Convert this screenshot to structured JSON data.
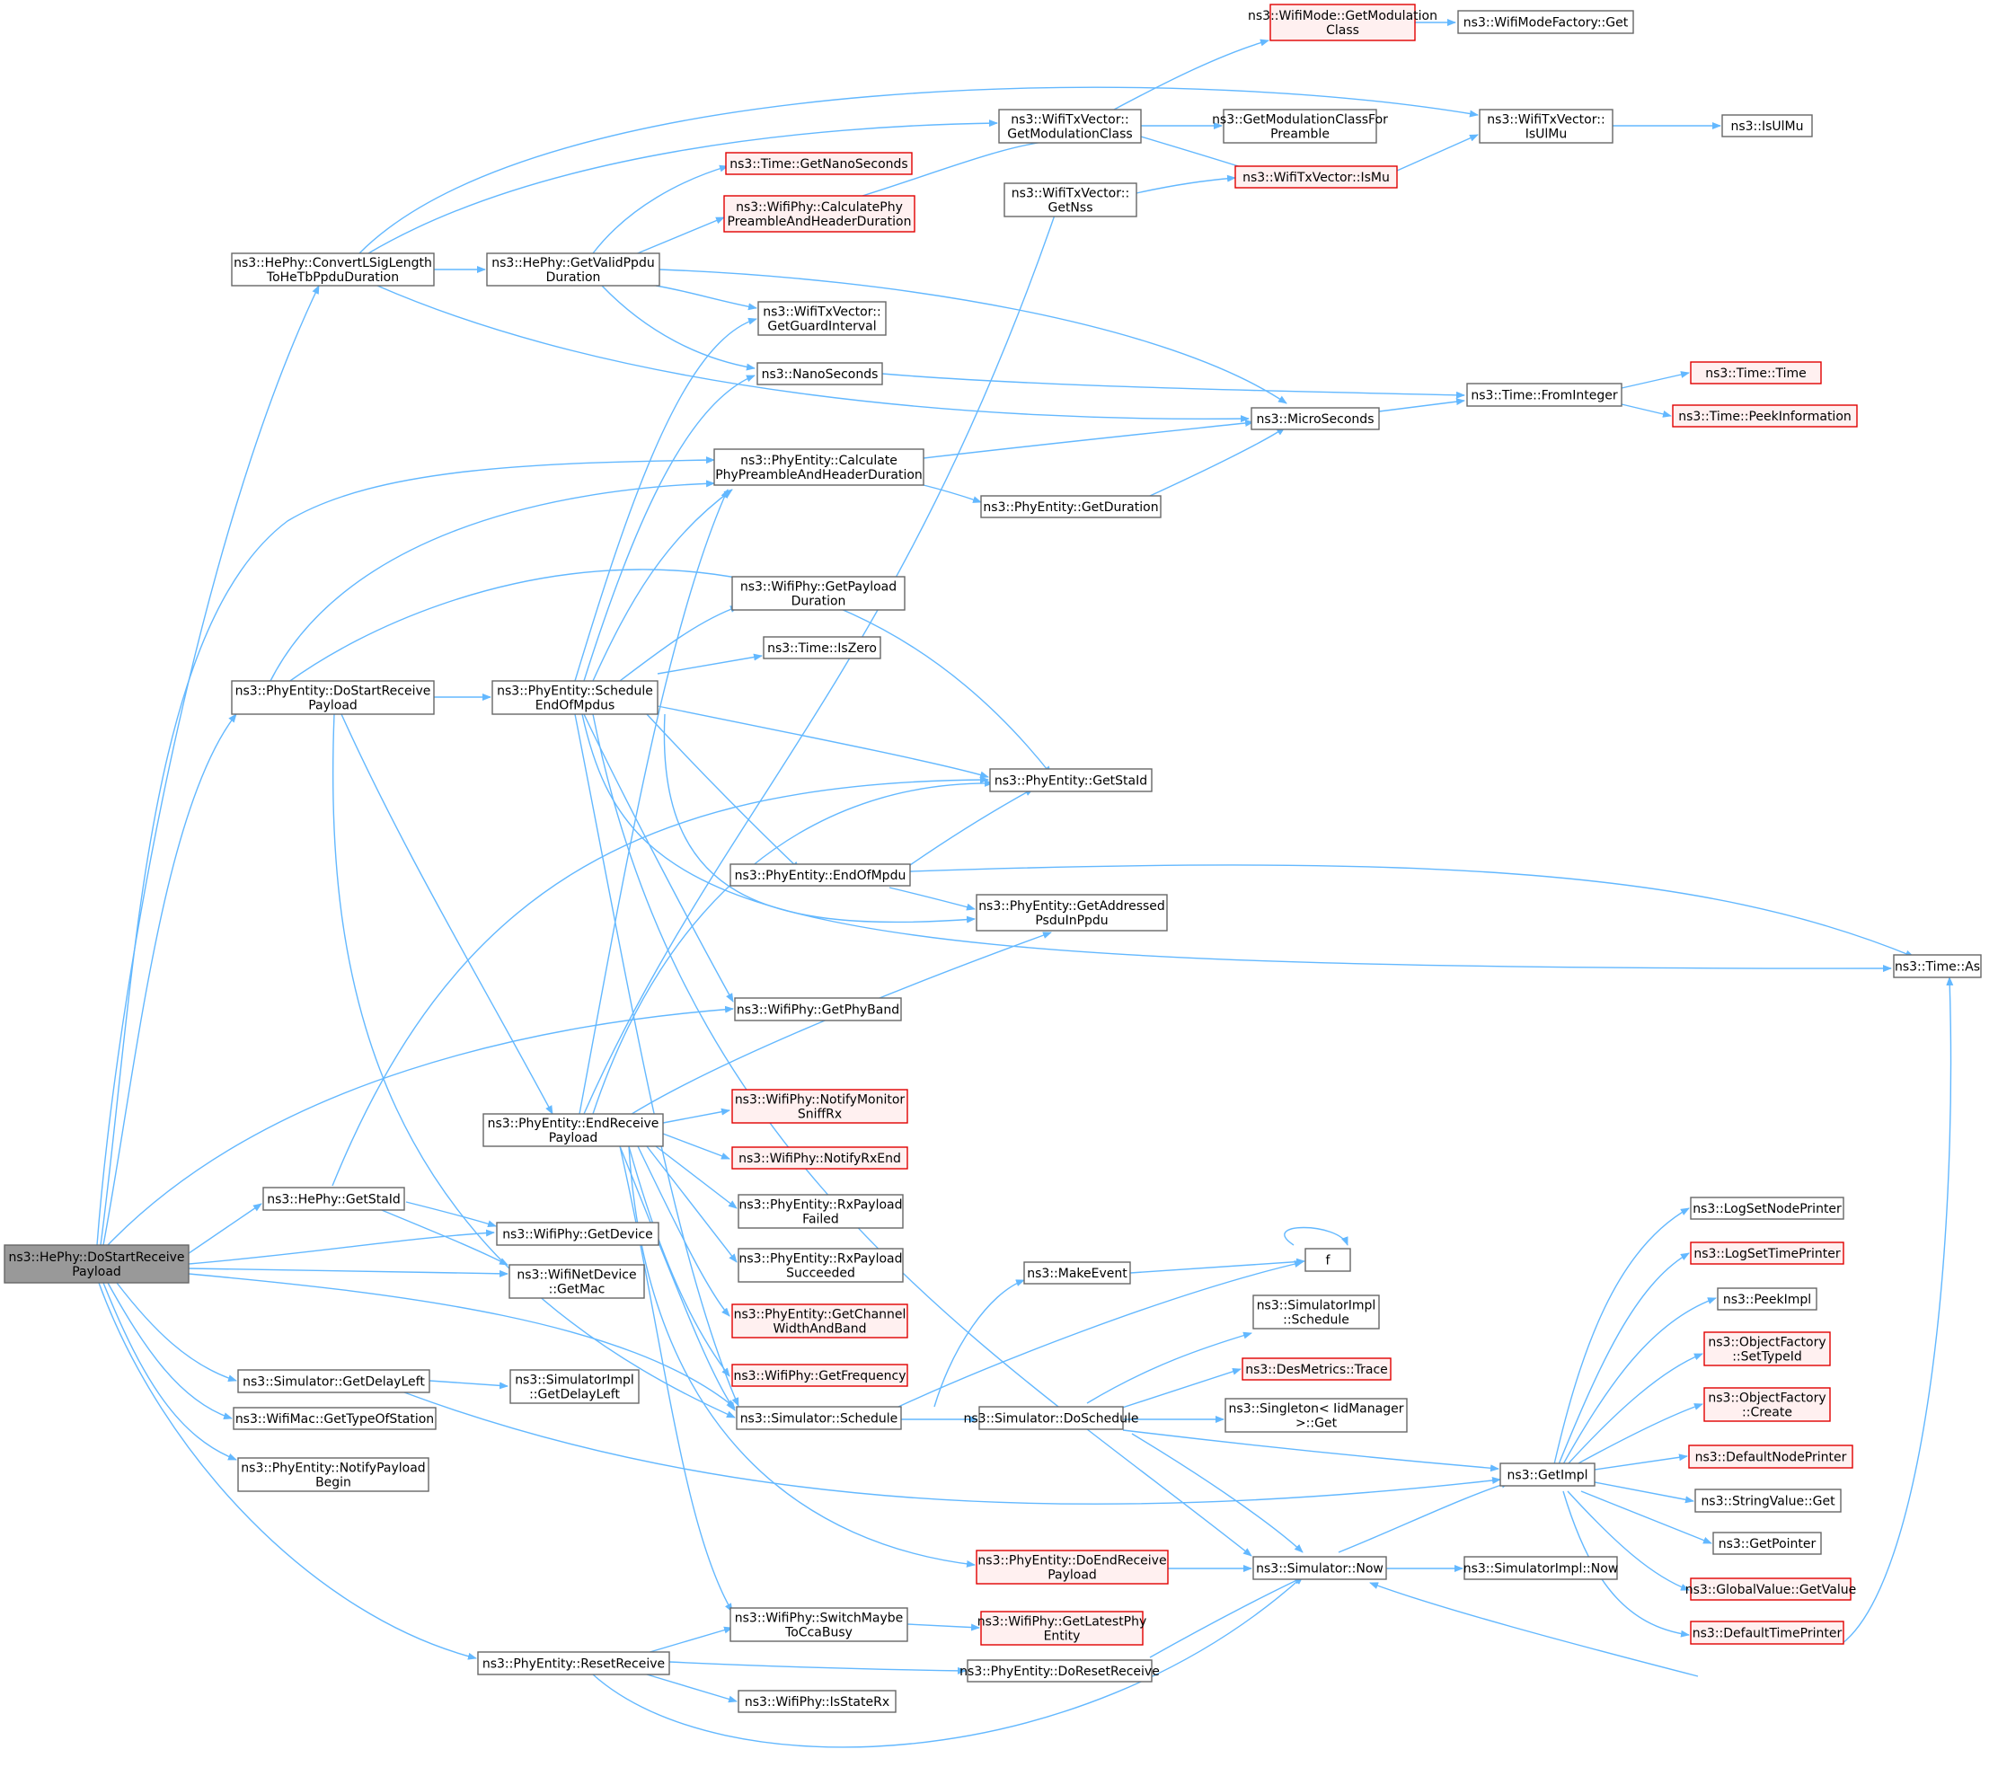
{
  "nodes": {
    "root": [
      "ns3::HePhy::DoStartReceive",
      "Payload"
    ],
    "convert": [
      "ns3::HePhy::ConvertLSigLength",
      "ToHeTbPpduDuration"
    ],
    "getvalid": [
      "ns3::HePhy::GetValidPpdu",
      "Duration"
    ],
    "pe_dostart": [
      "ns3::PhyEntity::DoStartReceive",
      "Payload"
    ],
    "sched_eom": [
      "ns3::PhyEntity::Schedule",
      "EndOfMpdus"
    ],
    "hephy_getstaid": [
      "ns3::HePhy::GetStaId"
    ],
    "pe_endrx": [
      "ns3::PhyEntity::EndReceive",
      "Payload"
    ],
    "sim_delayleft": [
      "ns3::Simulator::GetDelayLeft"
    ],
    "simimpl_delayleft": [
      "ns3::SimulatorImpl",
      "::GetDelayLeft"
    ],
    "wifimac_type": [
      "ns3::WifiMac::GetTypeOfStation"
    ],
    "notify_begin": [
      "ns3::PhyEntity::NotifyPayload",
      "Begin"
    ],
    "reset_rx": [
      "ns3::PhyEntity::ResetReceive"
    ],
    "wm_getmod": [
      "ns3::WifiMode::GetModulation",
      "Class"
    ],
    "wmf_get": [
      "ns3::WifiModeFactory::Get"
    ],
    "txv_getmod": [
      "ns3::WifiTxVector::",
      "GetModulationClass"
    ],
    "getmodpre": [
      "ns3::GetModulationClassFor",
      "Preamble"
    ],
    "txv_isulmu": [
      "ns3::WifiTxVector::",
      "IsUlMu"
    ],
    "isulmu": [
      "ns3::IsUlMu"
    ],
    "time_getns": [
      "ns3::Time::GetNanoSeconds"
    ],
    "wp_calcpre": [
      "ns3::WifiPhy::CalculatePhy",
      "PreambleAndHeaderDuration"
    ],
    "txv_getnss": [
      "ns3::WifiTxVector::",
      "GetNss"
    ],
    "txv_ismu": [
      "ns3::WifiTxVector::IsMu"
    ],
    "txv_gi": [
      "ns3::WifiTxVector::",
      "GetGuardInterval"
    ],
    "nanosec": [
      "ns3::NanoSeconds"
    ],
    "fromint": [
      "ns3::Time::FromInteger"
    ],
    "time_time": [
      "ns3::Time::Time"
    ],
    "time_peek": [
      "ns3::Time::PeekInformation"
    ],
    "microsec": [
      "ns3::MicroSeconds"
    ],
    "pe_calcpre": [
      "ns3::PhyEntity::Calculate",
      "PhyPreambleAndHeaderDuration"
    ],
    "pe_getdur": [
      "ns3::PhyEntity::GetDuration"
    ],
    "wp_getpay": [
      "ns3::WifiPhy::GetPayload",
      "Duration"
    ],
    "time_iszero": [
      "ns3::Time::IsZero"
    ],
    "pe_getstaid": [
      "ns3::PhyEntity::GetStaId"
    ],
    "pe_endofmpdu": [
      "ns3::PhyEntity::EndOfMpdu"
    ],
    "pe_getaddr": [
      "ns3::PhyEntity::GetAddressed",
      "PsduInPpdu"
    ],
    "time_as": [
      "ns3::Time::As"
    ],
    "wp_getband": [
      "ns3::WifiPhy::GetPhyBand"
    ],
    "wp_sniff": [
      "ns3::WifiPhy::NotifyMonitor",
      "SniffRx"
    ],
    "wp_rxend": [
      "ns3::WifiPhy::NotifyRxEnd"
    ],
    "pe_failed": [
      "ns3::PhyEntity::RxPayload",
      "Failed"
    ],
    "pe_succ": [
      "ns3::PhyEntity::RxPayload",
      "Succeeded"
    ],
    "pe_chw": [
      "ns3::PhyEntity::GetChannel",
      "WidthAndBand"
    ],
    "wp_freq": [
      "ns3::WifiPhy::GetFrequency"
    ],
    "wp_getdev": [
      "ns3::WifiPhy::GetDevice"
    ],
    "wnd_getmac": [
      "ns3::WifiNetDevice",
      "::GetMac"
    ],
    "sim_schedule": [
      "ns3::Simulator::Schedule"
    ],
    "makeevent": [
      "ns3::MakeEvent"
    ],
    "f": [
      "f"
    ],
    "simimpl_sched": [
      "ns3::SimulatorImpl",
      "::Schedule"
    ],
    "desmetrics": [
      "ns3::DesMetrics::Trace"
    ],
    "singleton": [
      "ns3::Singleton< IidManager",
      ">::Get"
    ],
    "sim_dosched": [
      "ns3::Simulator::DoSchedule"
    ],
    "getimpl": [
      "ns3::GetImpl"
    ],
    "pe_doend": [
      "ns3::PhyEntity::DoEndReceive",
      "Payload"
    ],
    "sim_now": [
      "ns3::Simulator::Now"
    ],
    "simimpl_now": [
      "ns3::SimulatorImpl::Now"
    ],
    "wp_switch": [
      "ns3::WifiPhy::SwitchMaybe",
      "ToCcaBusy"
    ],
    "wp_latest": [
      "ns3::WifiPhy::GetLatestPhy",
      "Entity"
    ],
    "pe_doreset": [
      "ns3::PhyEntity::DoResetReceive"
    ],
    "wp_isrx": [
      "ns3::WifiPhy::IsStateRx"
    ],
    "lognode": [
      "ns3::LogSetNodePrinter"
    ],
    "logtime": [
      "ns3::LogSetTimePrinter"
    ],
    "peekimpl": [
      "ns3::PeekImpl"
    ],
    "of_settype": [
      "ns3::ObjectFactory",
      "::SetTypeId"
    ],
    "of_create": [
      "ns3::ObjectFactory",
      "::Create"
    ],
    "defnode": [
      "ns3::DefaultNodePrinter"
    ],
    "strval": [
      "ns3::StringValue::Get"
    ],
    "getptr": [
      "ns3::GetPointer"
    ],
    "gv_getval": [
      "ns3::GlobalValue::GetValue"
    ],
    "deftime": [
      "ns3::DefaultTimePrinter"
    ]
  }
}
